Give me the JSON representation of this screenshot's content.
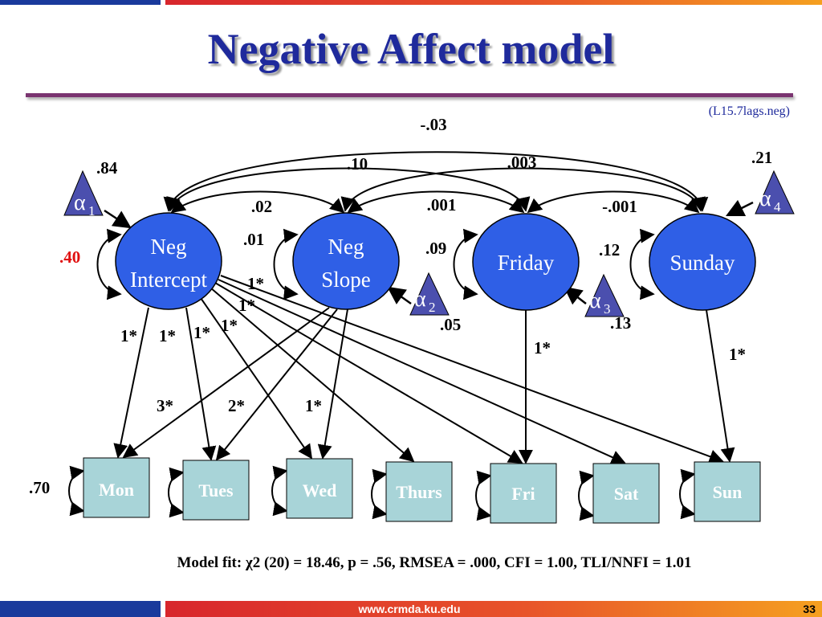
{
  "slide": {
    "title": "Negative Affect model",
    "file_ref": "(L15.7lags.neg)",
    "fit_text": "Model fit: χ2 (20) = 18.46, p = .56, RMSEA = .000, CFI = 1.00, TLI/NNFI = 1.01",
    "url": "www.crmda.ku.edu",
    "page_number": "33"
  },
  "colors": {
    "node_fill": "#2f5fe6",
    "triangle_fill": "#4b4fae",
    "box_fill": "#a8d4d8",
    "title": "#1f2a9c",
    "highlight": "#e01010"
  },
  "latents": [
    {
      "id": "intercept",
      "line1": "Neg",
      "line2": "Intercept"
    },
    {
      "id": "slope",
      "line1": "Neg",
      "line2": "Slope"
    },
    {
      "id": "friday",
      "line1": "Friday",
      "line2": ""
    },
    {
      "id": "sunday",
      "line1": "Sunday",
      "line2": ""
    }
  ],
  "constants": [
    {
      "id": "a1",
      "symbol": "α",
      "sub": "1"
    },
    {
      "id": "a2",
      "symbol": "α",
      "sub": "2"
    },
    {
      "id": "a3",
      "symbol": "α",
      "sub": "3"
    },
    {
      "id": "a4",
      "symbol": "α",
      "sub": "4"
    }
  ],
  "indicators": [
    "Mon",
    "Tues",
    "Wed",
    "Thurs",
    "Fri",
    "Sat",
    "Sun"
  ],
  "covariances": {
    "intercept_sunday": "-.03",
    "intercept_friday": ".10",
    "slope_sunday": ".003",
    "intercept_slope": ".02",
    "slope_friday": ".001",
    "friday_sunday": "-.001"
  },
  "variances": {
    "intercept": ".40",
    "slope": ".01",
    "friday": ".09",
    "sunday": ".12",
    "mon_residual": ".70"
  },
  "means": {
    "a1": ".84",
    "a2": ".05",
    "a3": ".13",
    "a4": ".21"
  },
  "loadings": {
    "intercept_thurs": "1*",
    "intercept_sat": "1*",
    "intercept_fri": "1*",
    "intercept_mon": "1*",
    "intercept_tues": "1*",
    "intercept_wed": "1*",
    "slope_mon": "3*",
    "slope_tues": "2*",
    "slope_wed": "1*",
    "friday_fri": "1*",
    "sunday_sun": "1*"
  }
}
